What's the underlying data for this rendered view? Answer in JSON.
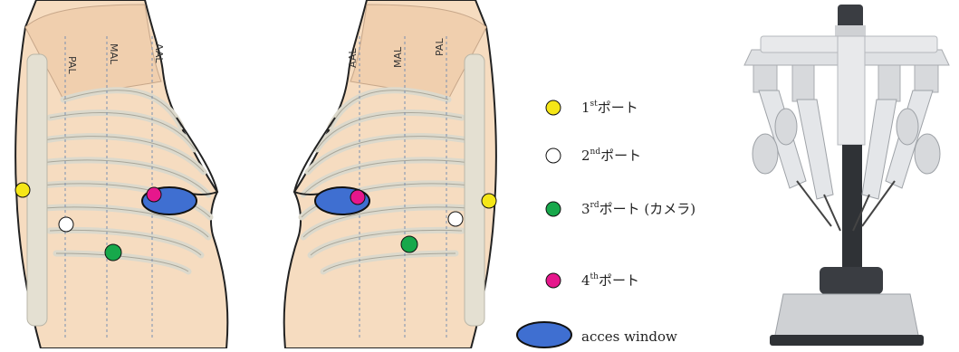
{
  "diagram": {
    "left_line_labels": [
      "PAL",
      "MAL",
      "AAL"
    ],
    "right_line_labels": [
      "AAL",
      "MAL",
      "PAL"
    ]
  },
  "legend": {
    "items": [
      {
        "marker": "circle",
        "color": "#f5e617",
        "ordinal": "1",
        "suffix": "st",
        "label": "ポート"
      },
      {
        "marker": "circle",
        "color": "#ffffff",
        "ordinal": "2",
        "suffix": "nd",
        "label": "ポート"
      },
      {
        "marker": "circle",
        "color": "#17a84b",
        "ordinal": "3",
        "suffix": "rd",
        "label": "ポート (カメラ)"
      },
      {
        "marker": "circle",
        "color": "#e6178c",
        "ordinal": "4",
        "suffix": "th",
        "label": "ポート"
      },
      {
        "marker": "ellipse",
        "color": "#3f6fd1",
        "ordinal": "",
        "suffix": "",
        "label": "acces window"
      }
    ]
  },
  "colors": {
    "skin": "#f6dcc0",
    "bone": "#dcd9cc",
    "bone_stroke": "#b9b6a8",
    "dashed_line": "#7a8fb0",
    "robot_body": "#e8e9eb",
    "robot_dark": "#2f3236"
  }
}
